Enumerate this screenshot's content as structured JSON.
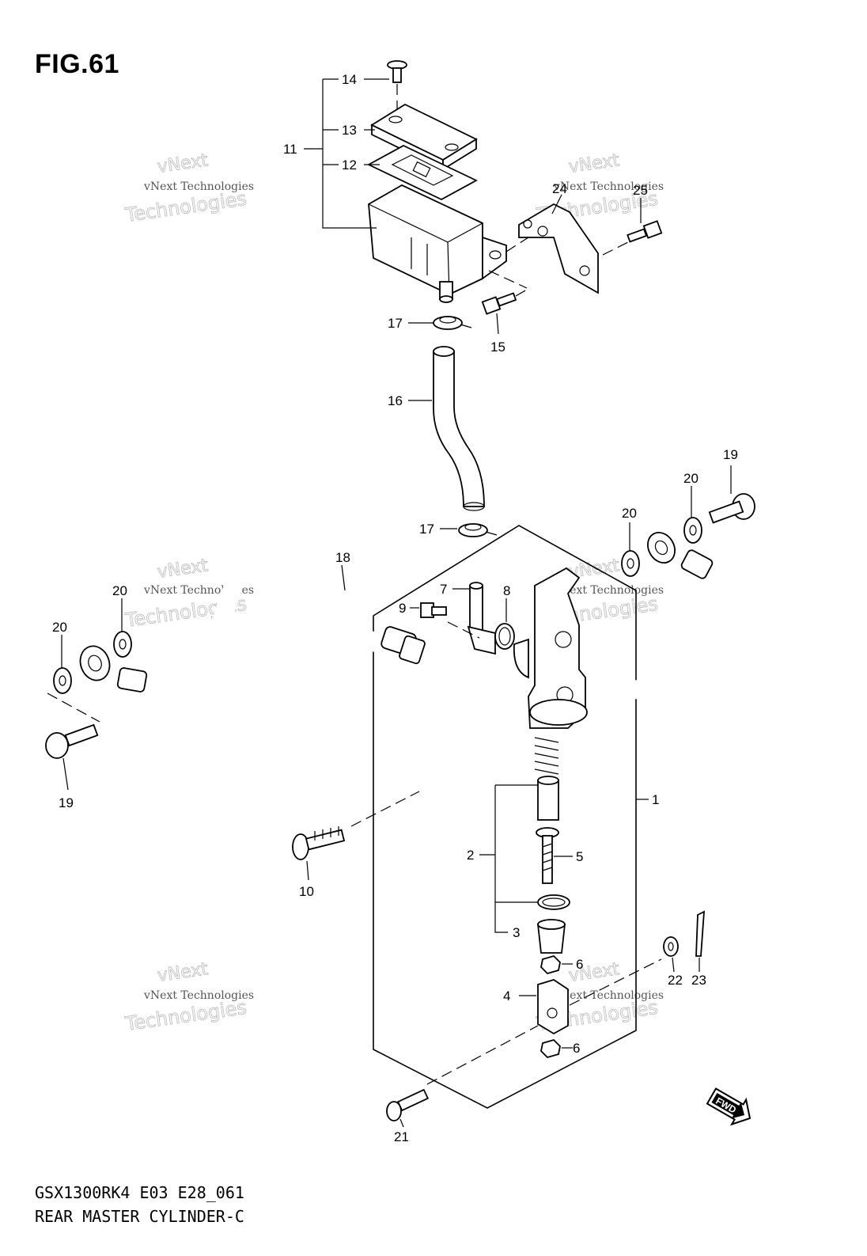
{
  "figure": {
    "title": "FIG.61",
    "code": "GSX1300RK4 E03 E28_061",
    "name": "REAR MASTER CYLINDER-C",
    "fwd_badge": "FWD"
  },
  "watermark": {
    "line1": "vNext Technologies",
    "line2": "vNext",
    "line3": "Technologies"
  },
  "callouts": [
    "14",
    "13",
    "11",
    "12",
    "24",
    "25",
    "17",
    "15",
    "16",
    "19",
    "20",
    "20",
    "17",
    "18",
    "7",
    "8",
    "9",
    "20",
    "20",
    "19",
    "1",
    "2",
    "5",
    "10",
    "3",
    "6",
    "22",
    "23",
    "4",
    "6",
    "21"
  ]
}
